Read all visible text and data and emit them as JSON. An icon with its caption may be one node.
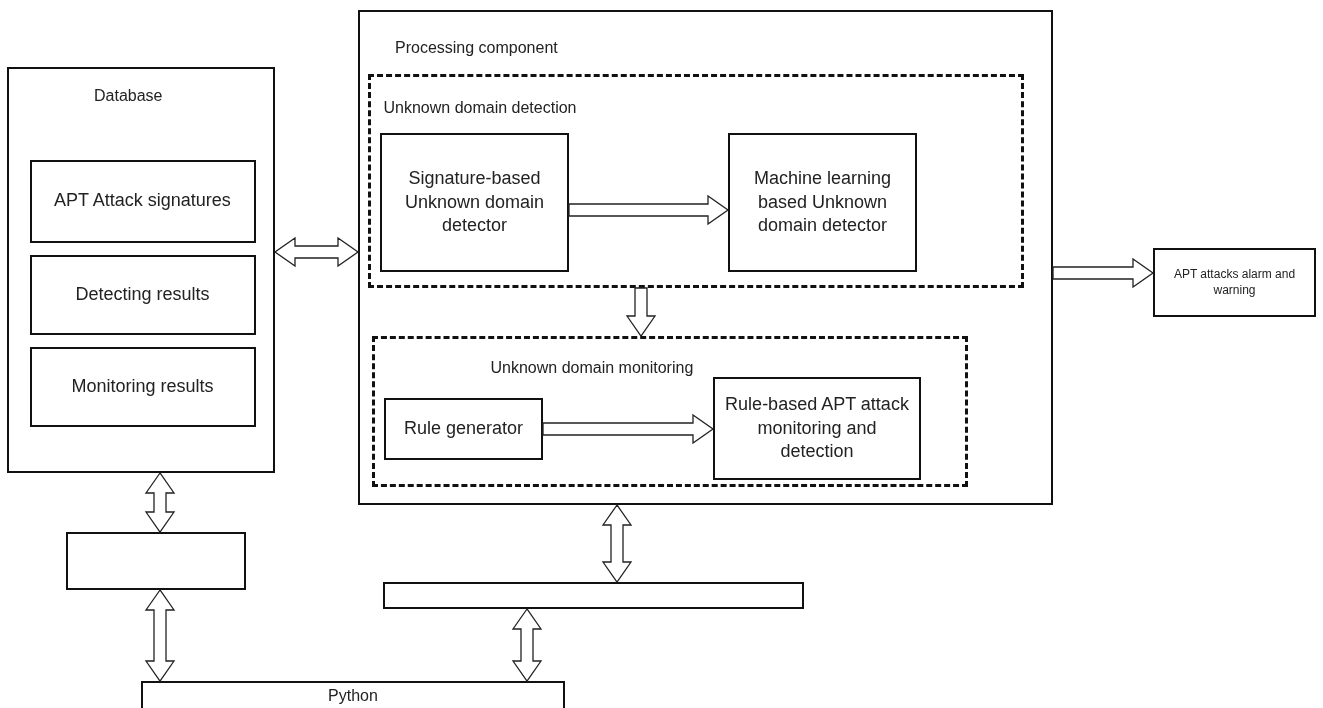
{
  "diagram": {
    "nodes": [
      {
        "text": [
          "Database"
        ]
      },
      {
        "text": [
          "APT Attack signatures"
        ],
        "in": 0
      },
      {
        "text": [
          "Detecting results"
        ],
        "in": 0
      },
      {
        "text": [
          "Monitoring results"
        ],
        "in": 0
      },
      {
        "text": [
          "Processing component"
        ]
      },
      {
        "text": [
          "Unknown domain detection"
        ],
        "in": 4
      },
      {
        "text": [
          "Signature-based Unknown domain detector"
        ],
        "in": 5
      },
      {
        "text": [
          "Machine learning based Unknown domain detector"
        ],
        "in": 5
      },
      {
        "text": [
          "Unknown domain monitoring"
        ],
        "in": 4
      },
      {
        "text": [
          "Rule generator"
        ],
        "in": 8
      },
      {
        "text": [
          "Rule-based APT attack monitoring and detection"
        ],
        "in": 8
      },
      {
        "text": [
          "APT attacks alarm and warning"
        ]
      },
      {
        "text": [],
        "shape": "box"
      },
      {
        "text": [],
        "shape": "box"
      },
      {
        "text": [
          "Python"
        ]
      }
    ],
    "edges": [
      {
        "from": 0,
        "to": 4,
        "arrow": "both"
      },
      {
        "from": 6,
        "to": 7,
        "arrow": "to"
      },
      {
        "from": 5,
        "to": 8,
        "arrow": "to"
      },
      {
        "from": 9,
        "to": 10,
        "arrow": "to"
      },
      {
        "from": 4,
        "to": 11,
        "arrow": "to"
      },
      {
        "from": 0,
        "to": 12,
        "arrow": "both"
      },
      {
        "from": 4,
        "to": 13,
        "arrow": "both"
      },
      {
        "from": 12,
        "to": 14,
        "arrow": "both"
      },
      {
        "from": 13,
        "to": 14,
        "arrow": "both"
      }
    ]
  }
}
